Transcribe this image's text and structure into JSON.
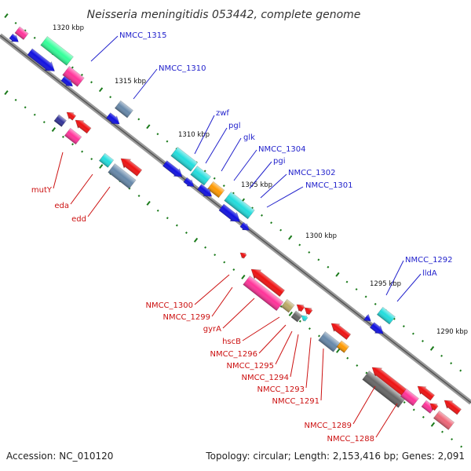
{
  "title": "Neisseria meningitidis 053442, complete genome",
  "position_labels": [
    "1320 kbp",
    "1315 kbp",
    "1310 kbp",
    "1305 kbp",
    "1300 kbp",
    "1295 kbp",
    "1290 kbp"
  ],
  "labels": {
    "top": [
      "NMCC_1315",
      "NMCC_1310",
      "zwf",
      "pgl",
      "glk",
      "NMCC_1304",
      "pgi",
      "NMCC_1302",
      "NMCC_1301",
      "NMCC_1292",
      "lldA"
    ],
    "bottom": [
      "mutY",
      "eda",
      "edd",
      "NMCC_1300",
      "NMCC_1299",
      "gyrA",
      "hscB",
      "NMCC_1296",
      "NMCC_1295",
      "NMCC_1294",
      "NMCC_1293",
      "NMCC_1291",
      "NMCC_1289",
      "NMCC_1288"
    ]
  },
  "colors": {
    "forward_gene": "#1010e0",
    "reverse_gene": "#ee1111",
    "rna_cyan": "#22dddd",
    "steel": "#6688aa",
    "magenta": "#ff3399",
    "gray": "#666666",
    "orange": "#ff9900",
    "tick": "#1a7a1a",
    "forward_label": "#2222cc",
    "reverse_label": "#cc1111"
  },
  "footer": {
    "accession": "Accession: NC_010120",
    "summary": "Topology: circular; Length: 2,153,416 bp; Genes: 2,091"
  }
}
